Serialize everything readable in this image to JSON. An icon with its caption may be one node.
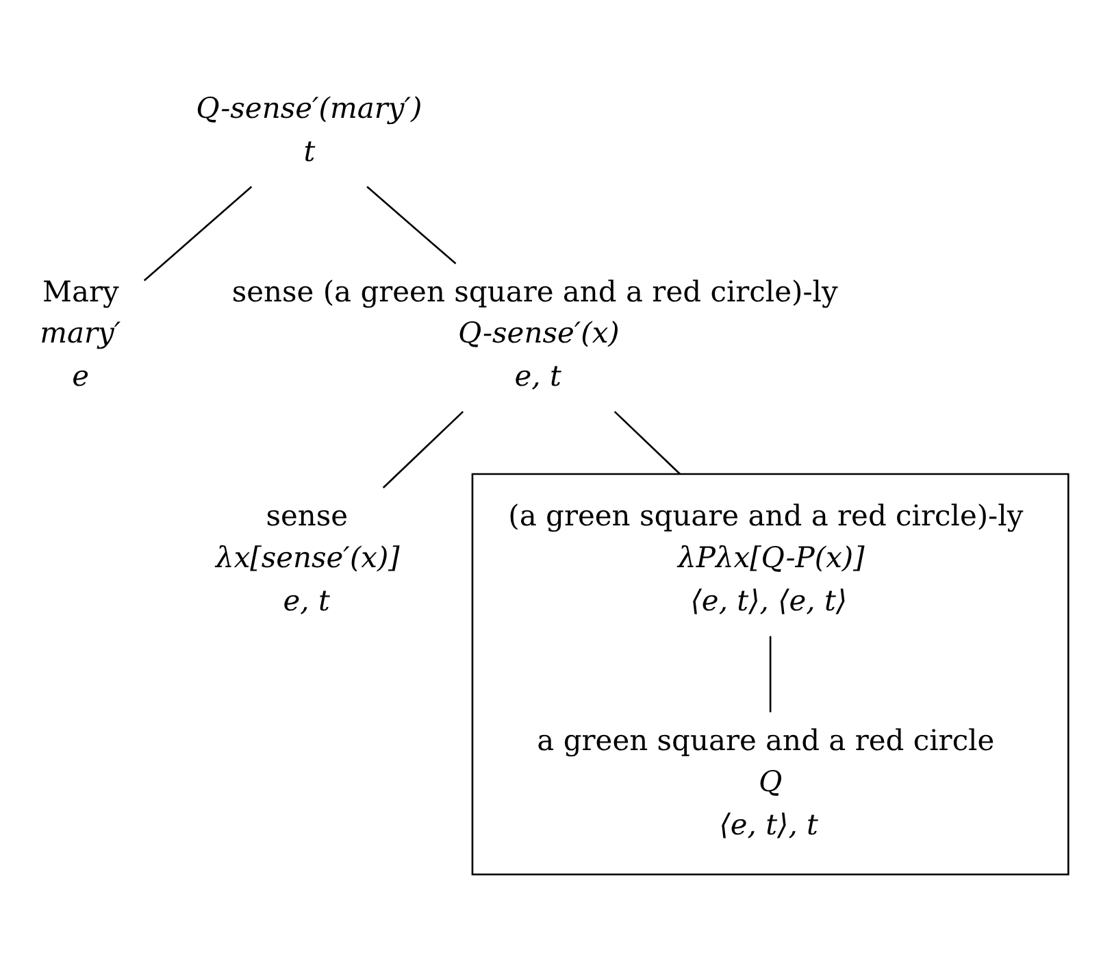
{
  "diagram": {
    "nodes": [
      {
        "text": [
          "Q-sense′(mary′)",
          "t"
        ]
      },
      {
        "text": [
          "Mary",
          "mary′",
          "e"
        ]
      },
      {
        "text": [
          "sense (a green square and a red circle)-ly",
          "Q-sense′(x)",
          "e, t"
        ]
      },
      {
        "text": [
          "sense",
          "λx[sense′(x)]",
          "e, t"
        ]
      },
      {
        "text": [],
        "shape": "box"
      },
      {
        "text": [
          "(a green square and a red circle)-ly",
          "λPλx[Q-P(x)]",
          "⟨e, t⟩, ⟨e, t⟩"
        ],
        "in": 4
      },
      {
        "text": [
          "a green square and a red circle",
          "Q",
          "⟨e, t⟩, t"
        ],
        "in": 4
      }
    ],
    "edges": [
      {
        "from": 0,
        "to": 1,
        "arrow": "none"
      },
      {
        "from": 0,
        "to": 2,
        "arrow": "none"
      },
      {
        "from": 2,
        "to": 3,
        "arrow": "none"
      },
      {
        "from": 2,
        "to": 4,
        "arrow": "none"
      },
      {
        "from": 5,
        "to": 6,
        "arrow": "none"
      }
    ]
  }
}
